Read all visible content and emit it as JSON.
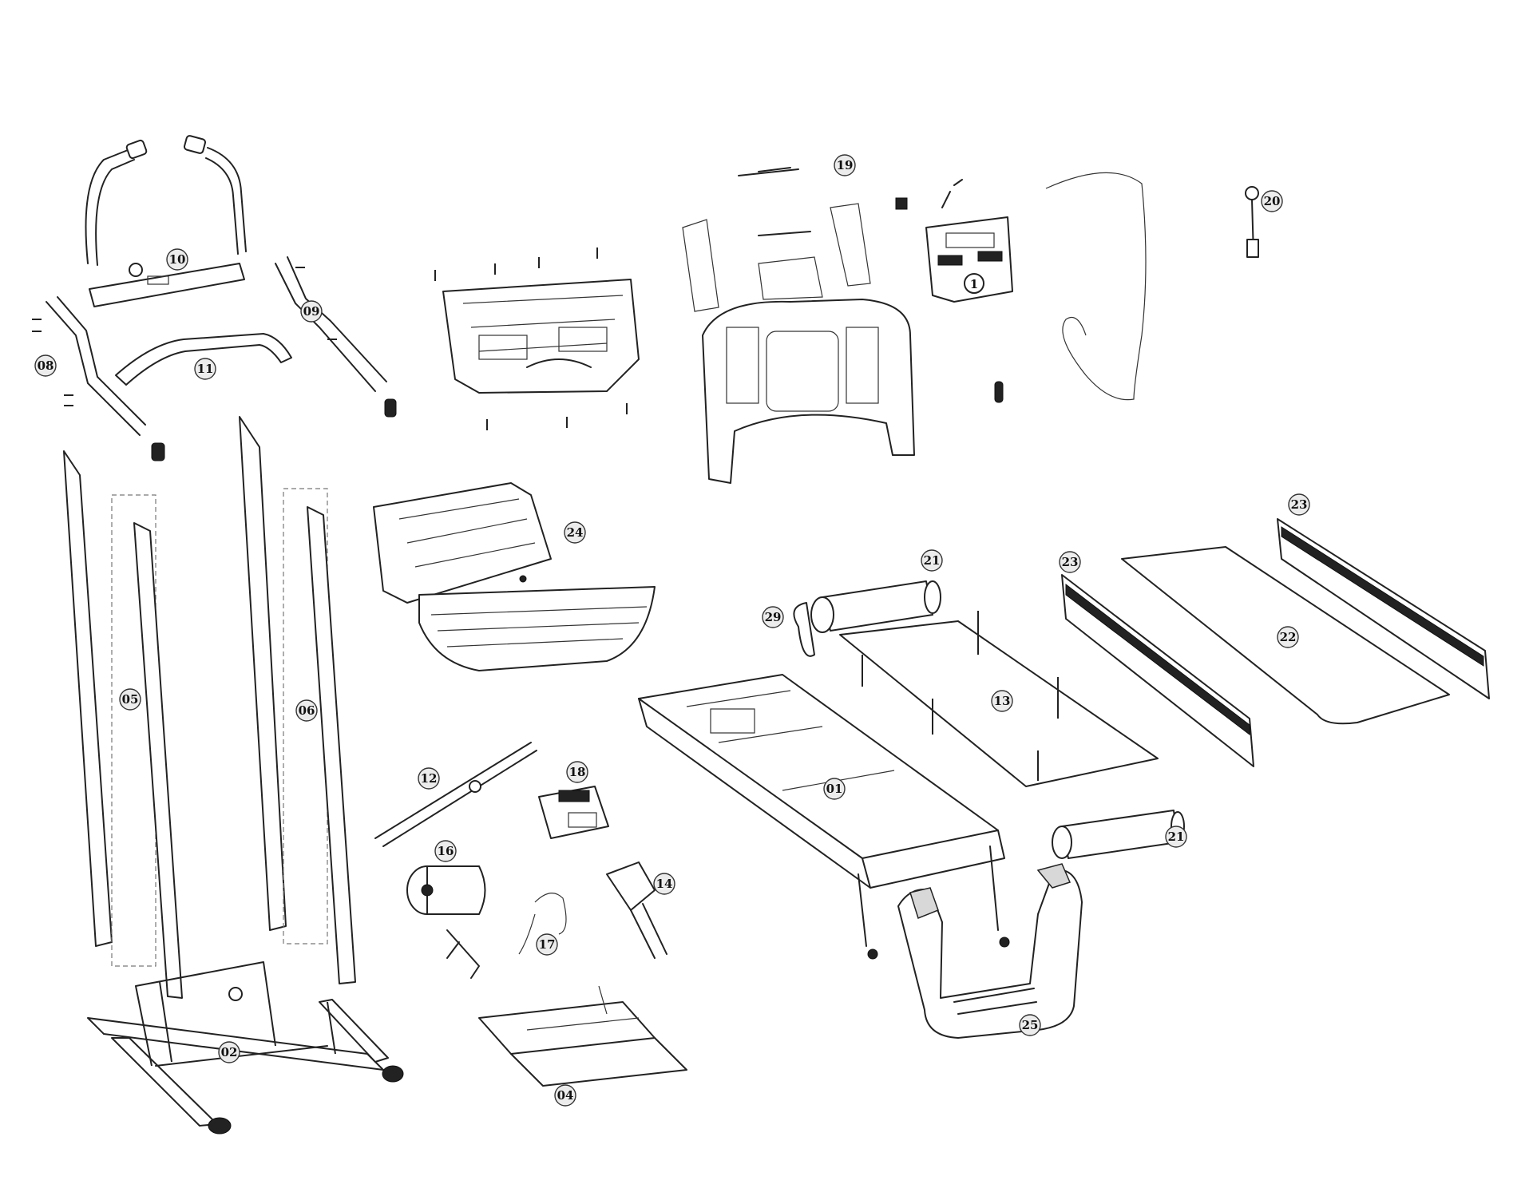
{
  "callouts": [
    {
      "label": "10"
    },
    {
      "label": "09"
    },
    {
      "label": "08"
    },
    {
      "label": "11"
    },
    {
      "label": "05"
    },
    {
      "label": "06"
    },
    {
      "label": "02"
    },
    {
      "label": "24"
    },
    {
      "label": "12"
    },
    {
      "label": "18"
    },
    {
      "label": "16"
    },
    {
      "label": "14"
    },
    {
      "label": "17"
    },
    {
      "label": "04"
    },
    {
      "label": "19"
    },
    {
      "label": "20"
    },
    {
      "label": "21"
    },
    {
      "label": "29"
    },
    {
      "label": "13"
    },
    {
      "label": "01"
    },
    {
      "label": "21"
    },
    {
      "label": "23"
    },
    {
      "label": "23"
    },
    {
      "label": "22"
    },
    {
      "label": "25"
    }
  ],
  "console_key_label": "1"
}
